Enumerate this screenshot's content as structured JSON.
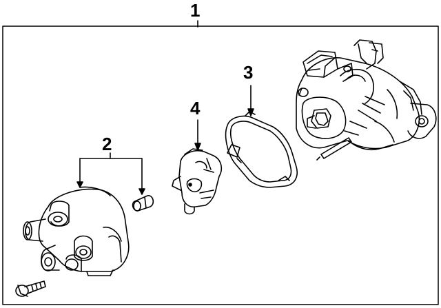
{
  "callouts": [
    {
      "id": "1",
      "label": "1",
      "part": "distributor-assembly"
    },
    {
      "id": "2",
      "label": "2",
      "part": "cap-and-terminal"
    },
    {
      "id": "3",
      "label": "3",
      "part": "gasket"
    },
    {
      "id": "4",
      "label": "4",
      "part": "rotor"
    }
  ],
  "colors": {
    "line": "#000000",
    "background": "#ffffff"
  }
}
